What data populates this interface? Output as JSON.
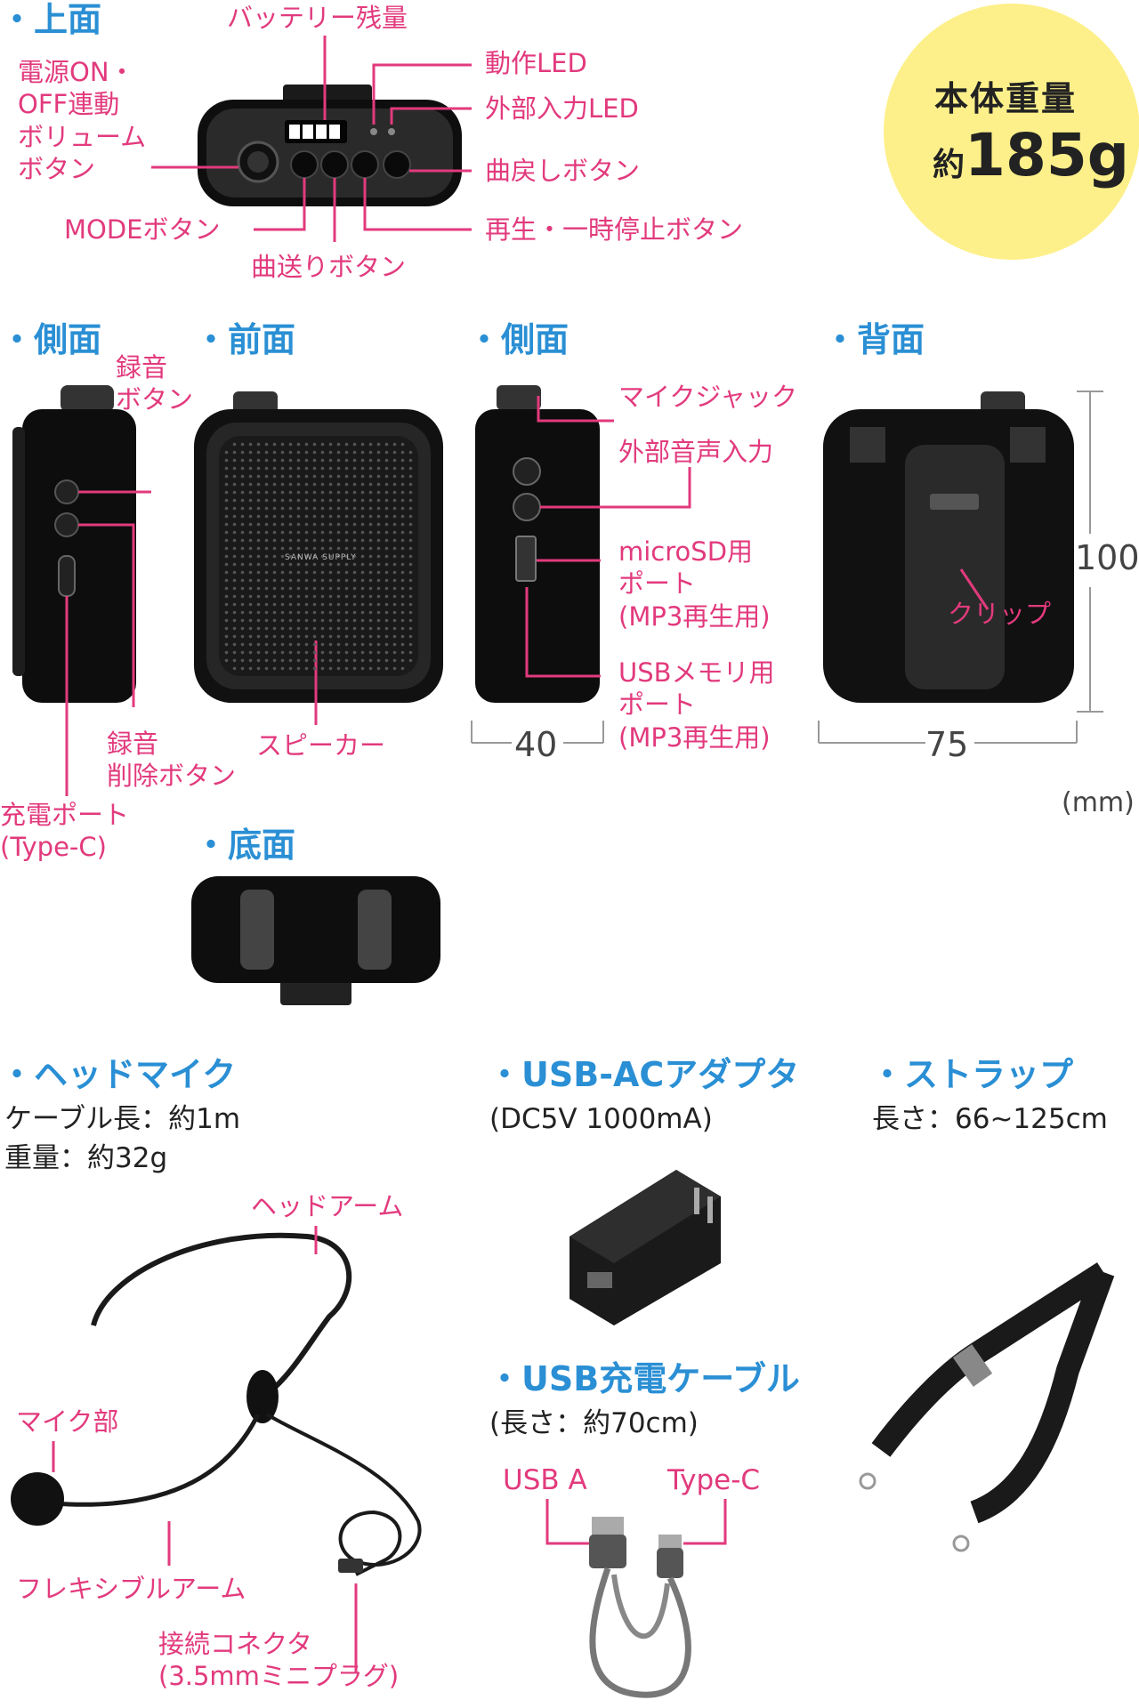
{
  "top": {
    "heading": "・上面",
    "labels": {
      "battery": "バッテリー残量",
      "power_volume": "電源ON・\nOFF連動\nボリューム\nボタン",
      "op_led": "動作LED",
      "ext_led": "外部入力LED",
      "prev": "曲戻しボタン",
      "mode": "MODEボタン",
      "next": "曲送りボタン",
      "play": "再生・一時停止ボタン"
    }
  },
  "weight": {
    "line1": "本体重量",
    "prefix": "約",
    "value": "185g"
  },
  "views": {
    "side_left": {
      "heading": "・側面",
      "rec": "録音\nボタン",
      "del": "録音\n削除ボタン",
      "charge": "充電ポート\n(Type-C)"
    },
    "front": {
      "heading": "・前面",
      "speaker": "スピーカー",
      "brand": "SANWA SUPPLY"
    },
    "side_right": {
      "heading": "・側面",
      "mic": "マイクジャック",
      "ext": "外部音声入力",
      "sd": "microSD用\nポート\n(MP3再生用)",
      "usb": "USBメモリ用\nポート\n(MP3再生用)",
      "width": "40"
    },
    "back": {
      "heading": "・背面",
      "clip": "クリップ",
      "height": "100",
      "width": "75"
    },
    "unit": "(mm)",
    "bottom": {
      "heading": "・底面"
    }
  },
  "accessories": {
    "headmic": {
      "heading": "・ヘッドマイク",
      "cable": "ケーブル長：約1m",
      "weight": "重量：約32g",
      "arm": "ヘッドアーム",
      "mic": "マイク部",
      "flex": "フレキシブルアーム",
      "conn": "接続コネクタ\n(3.5mmミニプラグ)"
    },
    "adapter": {
      "heading": "・USB-ACアダプタ",
      "spec": "(DC5V  1000mA)"
    },
    "strap": {
      "heading": "・ストラップ",
      "length": "長さ：66~125cm"
    },
    "cable": {
      "heading": "・USB充電ケーブル",
      "length": "(長さ：約70cm)",
      "usb_a": "USB A",
      "type_c": "Type-C"
    }
  },
  "colors": {
    "heading": "#2a8fd4",
    "label": "#e23a7d",
    "badge": "#fdf08a"
  }
}
